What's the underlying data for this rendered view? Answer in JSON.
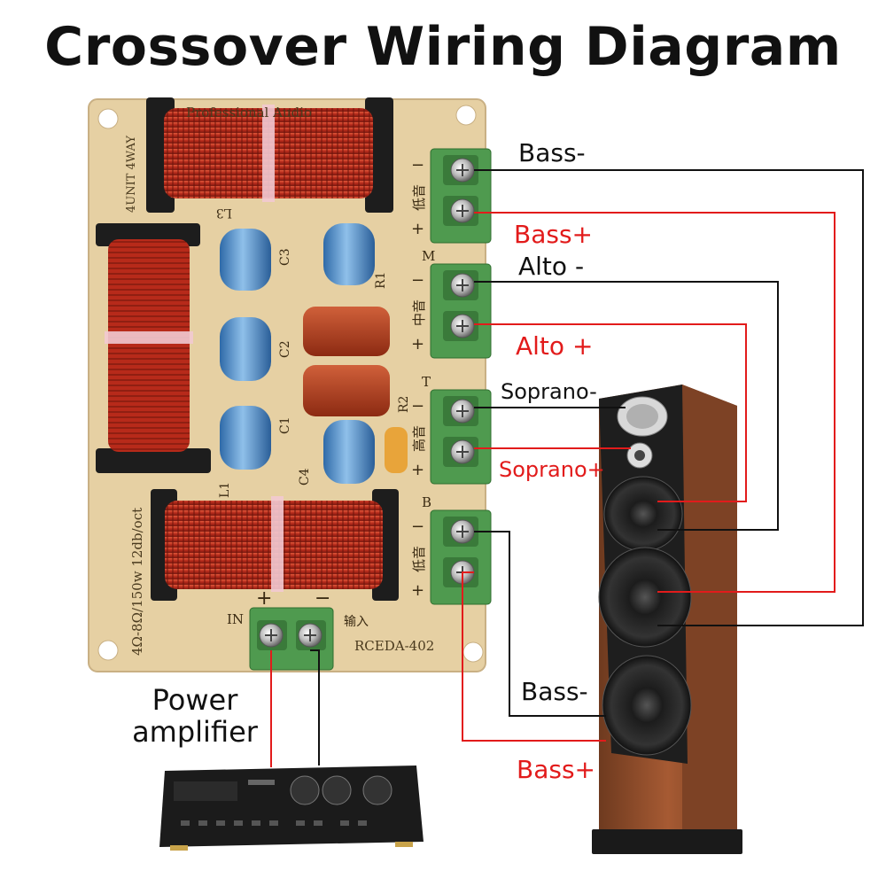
{
  "title": "Crossover Wiring Diagram",
  "board": {
    "header_text": "Professional Audio",
    "unit_text": "4UNIT 4WAY",
    "spec_text": "4Ω-8Ω/150w 12db/oct",
    "model": "RCEDA-402",
    "input_label": "IN",
    "input_label_cn": "输入",
    "plus": "+",
    "minus": "−",
    "terminal_labels": [
      "低音",
      "中音",
      "高音",
      "低音"
    ],
    "terminal_codes": [
      "",
      "M",
      "T",
      "B"
    ],
    "component_labels": [
      "L3",
      "C3",
      "C2",
      "C1",
      "C4",
      "R1",
      "R2",
      "L1"
    ]
  },
  "labels": {
    "bass_minus_top": "Bass-",
    "bass_plus_top": "Bass+",
    "alto_minus": "Alto -",
    "alto_plus": "Alto +",
    "soprano_minus": "Soprano-",
    "soprano_plus": "Soprano+",
    "bass_minus_bottom": "Bass-",
    "bass_plus_bottom": "Bass+",
    "power_amplifier": "Power amplifier"
  },
  "colors": {
    "positive_wire": "#e21b1b",
    "negative_wire": "#111111",
    "board": "#e8d3a8",
    "coil": "#c0321c",
    "terminal": "#4f9a4f",
    "capacitor": "#4a88c8",
    "speaker_wood": "#8b4a2b"
  }
}
